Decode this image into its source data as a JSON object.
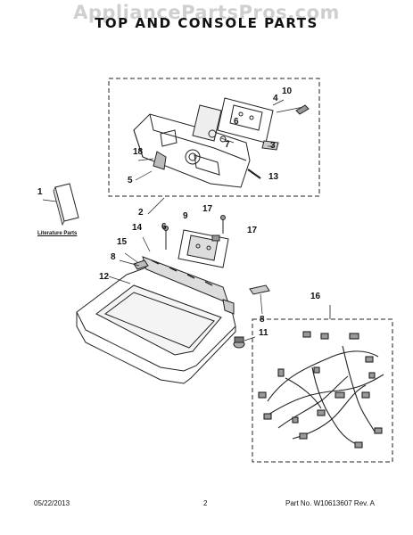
{
  "watermark": "AppliancePartsPros.com",
  "title": "TOP AND CONSOLE PARTS",
  "literature_label": "Literature Parts",
  "callouts": {
    "c1": "1",
    "c2": "2",
    "c3": "3",
    "c4": "4",
    "c5": "5",
    "c6": "6",
    "c7": "7",
    "c8a": "8",
    "c8b": "8",
    "c9": "9",
    "c10": "10",
    "c11": "11",
    "c12": "12",
    "c13": "13",
    "c14": "14",
    "c15": "15",
    "c16": "16",
    "c17a": "17",
    "c17b": "17",
    "c18": "18"
  },
  "footer": {
    "date": "05/22/2013",
    "page": "2",
    "part": "Part No. W10613607 Rev. A"
  }
}
